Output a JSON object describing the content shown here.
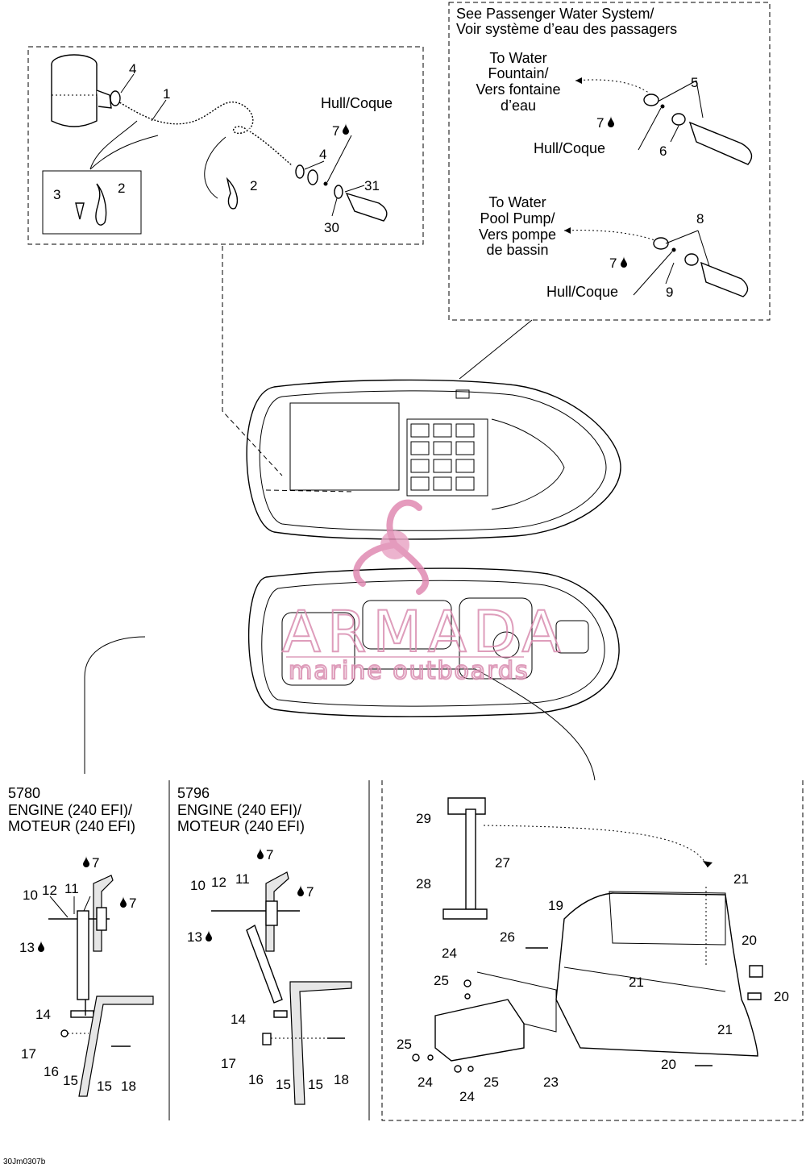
{
  "passenger_box": {
    "title_en": "See Passenger Water System/",
    "title_fr": "Voir système d’eau des passagers",
    "fountain_en": "To Water",
    "fountain_en2": "Fountain/",
    "fountain_fr": "Vers fontaine",
    "fountain_fr2": "d’eau",
    "pool_en": "To Water",
    "pool_en2": "Pool Pump/",
    "pool_fr": "Vers pompe",
    "pool_fr2": "de bassin",
    "hull": "Hull/Coque"
  },
  "pump_box": {
    "hull": "Hull/Coque"
  },
  "engine_5780": {
    "code": "5780",
    "line1": "ENGINE (240 EFI)/",
    "line2": "MOTEUR (240 EFI)"
  },
  "engine_5796": {
    "code": "5796",
    "line1": "ENGINE (240 EFI)/",
    "line2": "MOTEUR (240 EFI)"
  },
  "watermark": {
    "brand": "ARMADA",
    "tagline": "marine outboards"
  },
  "footer_code": "30Jm0307b",
  "callouts": {
    "c1": "1",
    "c2a": "2",
    "c2b": "2",
    "c3": "3",
    "c4a": "4",
    "c4b": "4",
    "c5": "5",
    "c6": "6",
    "c7a": "7",
    "c7b": "7",
    "c7c": "7",
    "c8": "8",
    "c9": "9",
    "c30": "30",
    "c31": "31",
    "e10": "10",
    "e12": "12",
    "e11": "11",
    "e7a": "7",
    "e7b": "7",
    "e13": "13",
    "e14": "14",
    "e17": "17",
    "e16": "16",
    "e15a": "15",
    "e15b": "15",
    "e18": "18",
    "f10": "10",
    "f12": "12",
    "f11": "11",
    "f7a": "7",
    "f7b": "7",
    "f13": "13",
    "f14": "14",
    "f17": "17",
    "f16": "16",
    "f15": "15",
    "f18": "18",
    "g29": "29",
    "g27": "27",
    "g28": "28",
    "g21a": "21",
    "g19": "19",
    "g26": "26",
    "g24a": "24",
    "g25a": "25",
    "g20a": "20",
    "g21b": "21",
    "g20b": "20",
    "g21c": "21",
    "g25b": "25",
    "g24b": "24",
    "g25c": "25",
    "g23": "23",
    "g24c": "24",
    "g20c": "20"
  },
  "icons": {
    "sealant": "sealant-drop-icon"
  }
}
